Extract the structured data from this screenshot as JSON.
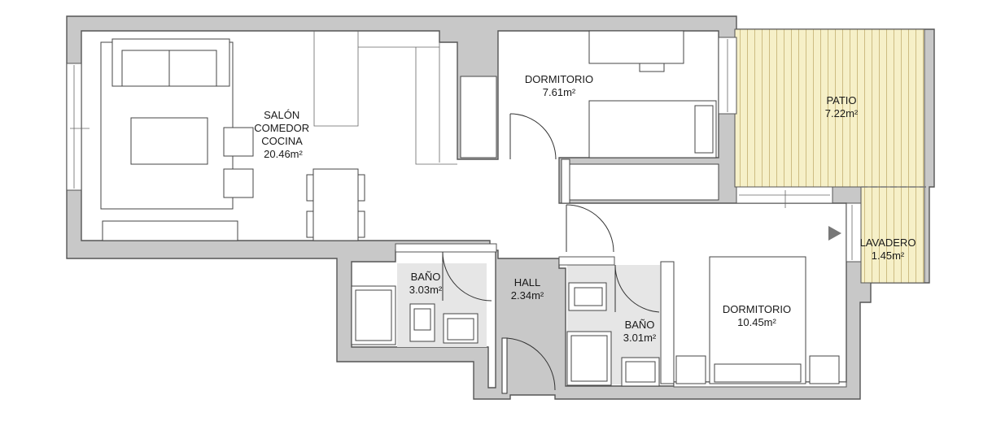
{
  "rooms": {
    "salon": {
      "name_lines": [
        "SALÓN",
        "COMEDOR",
        "COCINA"
      ],
      "area": "20.46m²"
    },
    "dormitorio1": {
      "name": "DORMITORIO",
      "area": "7.61m²"
    },
    "patio": {
      "name": "PATIO",
      "area": "7.22m²"
    },
    "lavadero": {
      "name": "LAVADERO",
      "area": "1.45m²"
    },
    "bano1": {
      "name": "BAÑO",
      "area": "3.03m²"
    },
    "hall": {
      "name": "HALL",
      "area": "2.34m²"
    },
    "bano2": {
      "name": "BAÑO",
      "area": "3.01m²"
    },
    "dormitorio2": {
      "name": "DORMITORIO",
      "area": "10.45m²"
    }
  },
  "colors": {
    "wall_fill": "#c8c8c8",
    "wall_stroke": "#555555",
    "patio_floor": "#f6f0c8",
    "patio_lines": "#c9b77a",
    "wet_floor": "#e6e6e6",
    "entry_marker": "#777777"
  }
}
